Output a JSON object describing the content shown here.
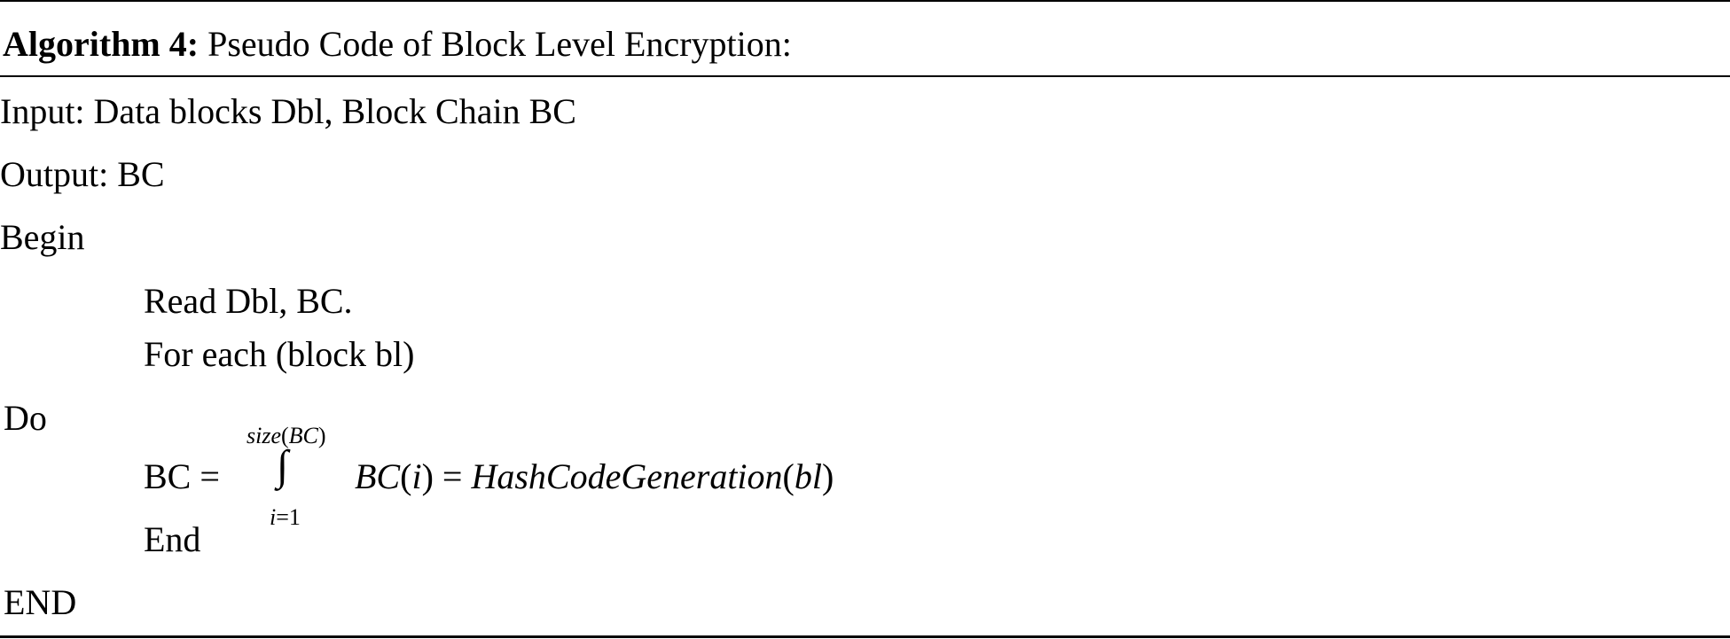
{
  "title": {
    "bold_label": "Algorithm 4:",
    "text": "Pseudo Code of Block Level Encryption:"
  },
  "lines": {
    "input": "Input: Data blocks Dbl, Block Chain BC",
    "output": "Output: BC",
    "begin": "Begin",
    "read": "Read Dbl, BC.",
    "for_each": "For each (block bl)",
    "do": "Do",
    "end_inner": "End",
    "end_outer": "END"
  },
  "formula": {
    "lhs": "BC =",
    "integral_symbol": "∫",
    "upper_limit_fn": "size",
    "upper_limit_open": "(",
    "upper_limit_arg": "BC",
    "upper_limit_close": ")",
    "lower_limit_var": "i",
    "lower_limit_rest": "=1",
    "rhs_term": "BC",
    "rhs_paren_open": "(",
    "rhs_index": "i",
    "rhs_paren_close": ")",
    "equals": " = ",
    "function_name": "HashCodeGeneration",
    "function_paren_open": "(",
    "function_arg": "bl",
    "function_paren_close": ")"
  }
}
